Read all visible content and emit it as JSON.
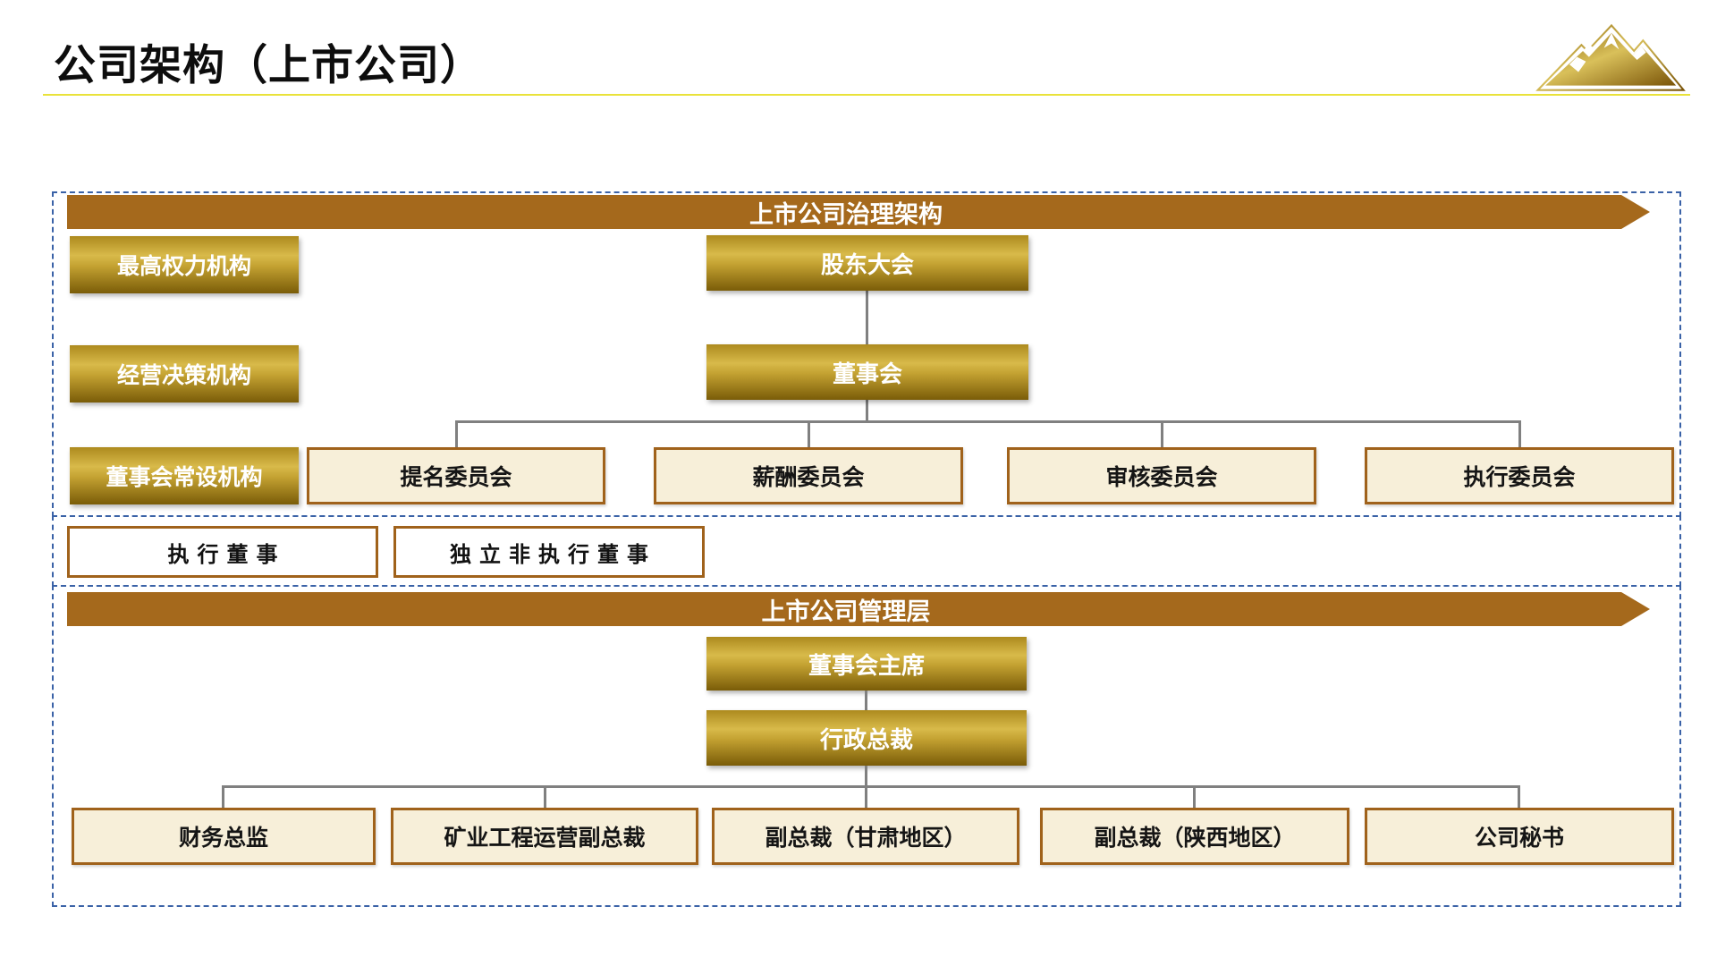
{
  "page": {
    "title": "公司架构（上市公司）"
  },
  "logo": {
    "icon": "gold-mountain-logo"
  },
  "colors": {
    "banner_brown": "#a5691c",
    "gold_light": "#d8ba4a",
    "gold_dark": "#7a5c08",
    "cream_fill": "#f7efd9",
    "box_border": "#a0621b",
    "dashed_border_blue": "#3a62a7",
    "connector_gray": "#808080",
    "title_rule_yellow": "#e9e23a"
  },
  "governance": {
    "banner": "上市公司治理架构",
    "left_labels": [
      "最高权力机构",
      "经营决策机构",
      "董事会常设机构"
    ],
    "shareholders_meeting": "股东大会",
    "board": "董事会",
    "committees": [
      "提名委员会",
      "薪酬委员会",
      "审核委员会",
      "执行委员会"
    ]
  },
  "directors": {
    "executive_director": "执行董事",
    "independent_non_executive_director": "独立非执行董事"
  },
  "management": {
    "banner": "上市公司管理层",
    "chairman": "董事会主席",
    "ceo": "行政总裁",
    "executives": [
      "财务总监",
      "矿业工程运营副总裁",
      "副总裁（甘肃地区）",
      "副总裁（陕西地区）",
      "公司秘书"
    ]
  }
}
